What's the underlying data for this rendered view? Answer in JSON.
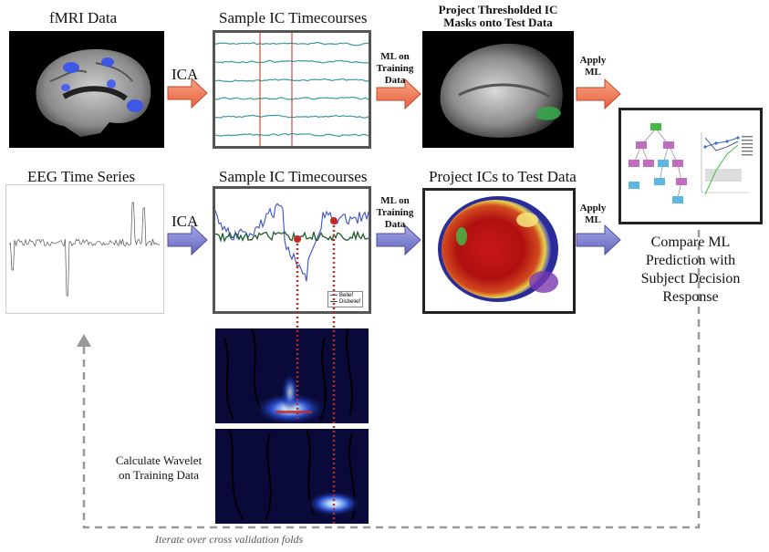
{
  "top_row": {
    "fmri_title": "fMRI Data",
    "ica_label": "ICA",
    "timecourses_title": "Sample IC Timecourses",
    "ml_training_label": [
      "ML on",
      "Training",
      "Data"
    ],
    "project_title": [
      "Project Thresholded IC",
      "Masks onto Test Data"
    ],
    "apply_ml_label": [
      "Apply",
      "ML"
    ]
  },
  "bottom_row": {
    "eeg_title": "EEG Time Series",
    "ica_label": "ICA",
    "timecourses_title": "Sample IC Timecourses",
    "ml_training_label": [
      "ML on",
      "Training",
      "Data"
    ],
    "project_title": "Project ICs to Test Data",
    "apply_ml_label": [
      "Apply",
      "ML"
    ],
    "legend": [
      "Belief",
      "Disbelief"
    ]
  },
  "result": {
    "compare_label": [
      "Compare ML",
      "Prediction with",
      "Subject Decision",
      "Response"
    ]
  },
  "wavelet": {
    "label": [
      "Calculate Wavelet",
      "on Training Data"
    ]
  },
  "loop": {
    "label": "Iterate over cross validation folds"
  },
  "colors": {
    "orange_arrow": "#f07a5a",
    "blue_arrow": "#7b7fcf",
    "teal_trace": "#3a9aa0",
    "red_marker": "#c0281e",
    "dashed_loop": "#999999"
  }
}
